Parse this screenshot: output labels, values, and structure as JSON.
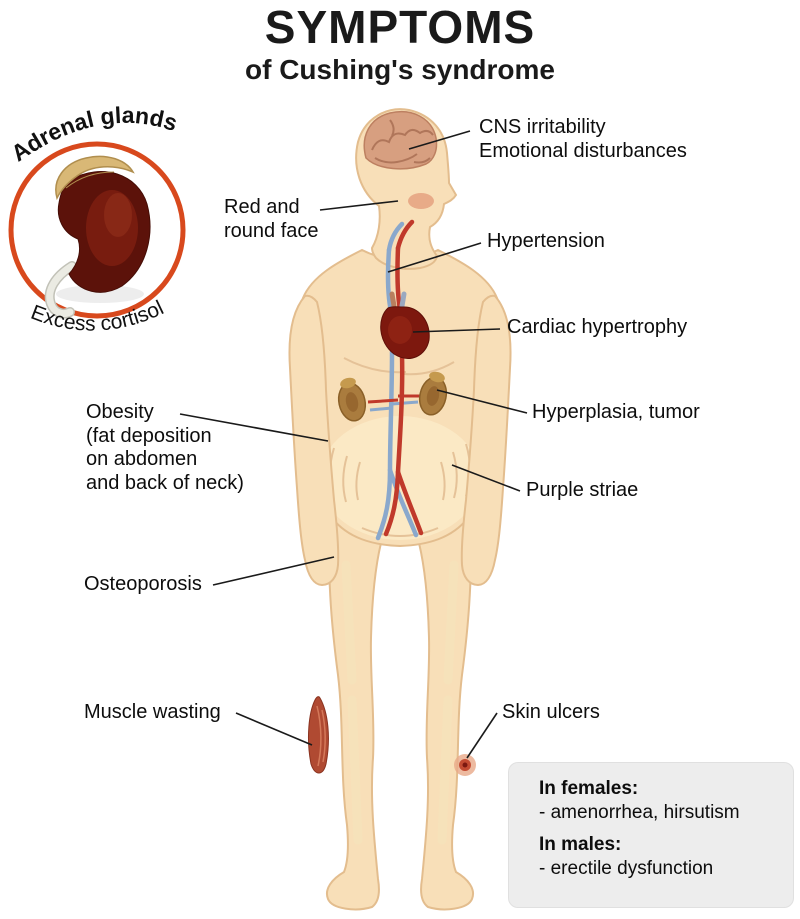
{
  "header": {
    "title": "SYMPTOMS",
    "subtitle": "of Cushing's syndrome"
  },
  "inset": {
    "top_label": "Adrenal glands",
    "bottom_label": "Excess cortisol"
  },
  "symptom_labels": {
    "cns": "CNS irritability\nEmotional disturbances",
    "red_face": "Red and\nround face",
    "hypertension": "Hypertension",
    "cardiac": "Cardiac hypertrophy",
    "hyperplasia": "Hyperplasia, tumor",
    "obesity": "Obesity\n(fat deposition\non abdomen\nand back of neck)",
    "purple_striae": "Purple striae",
    "osteoporosis": "Osteoporosis",
    "muscle_wasting": "Muscle wasting",
    "skin_ulcers": "Skin ulcers"
  },
  "info_box": {
    "females_heading": "In females:",
    "females_item": "- amenorrhea, hirsutism",
    "males_heading": "In males:",
    "males_item": "- erectile dysfunction"
  },
  "colors": {
    "accent_ring": "#d8491d",
    "skin": "#f8dfb8",
    "skin_outline": "#e3bd8e",
    "heart": "#7d180e",
    "kidney_inset": "#5c120a",
    "info_box_bg": "#ededed",
    "text": "#0d0d0d"
  }
}
